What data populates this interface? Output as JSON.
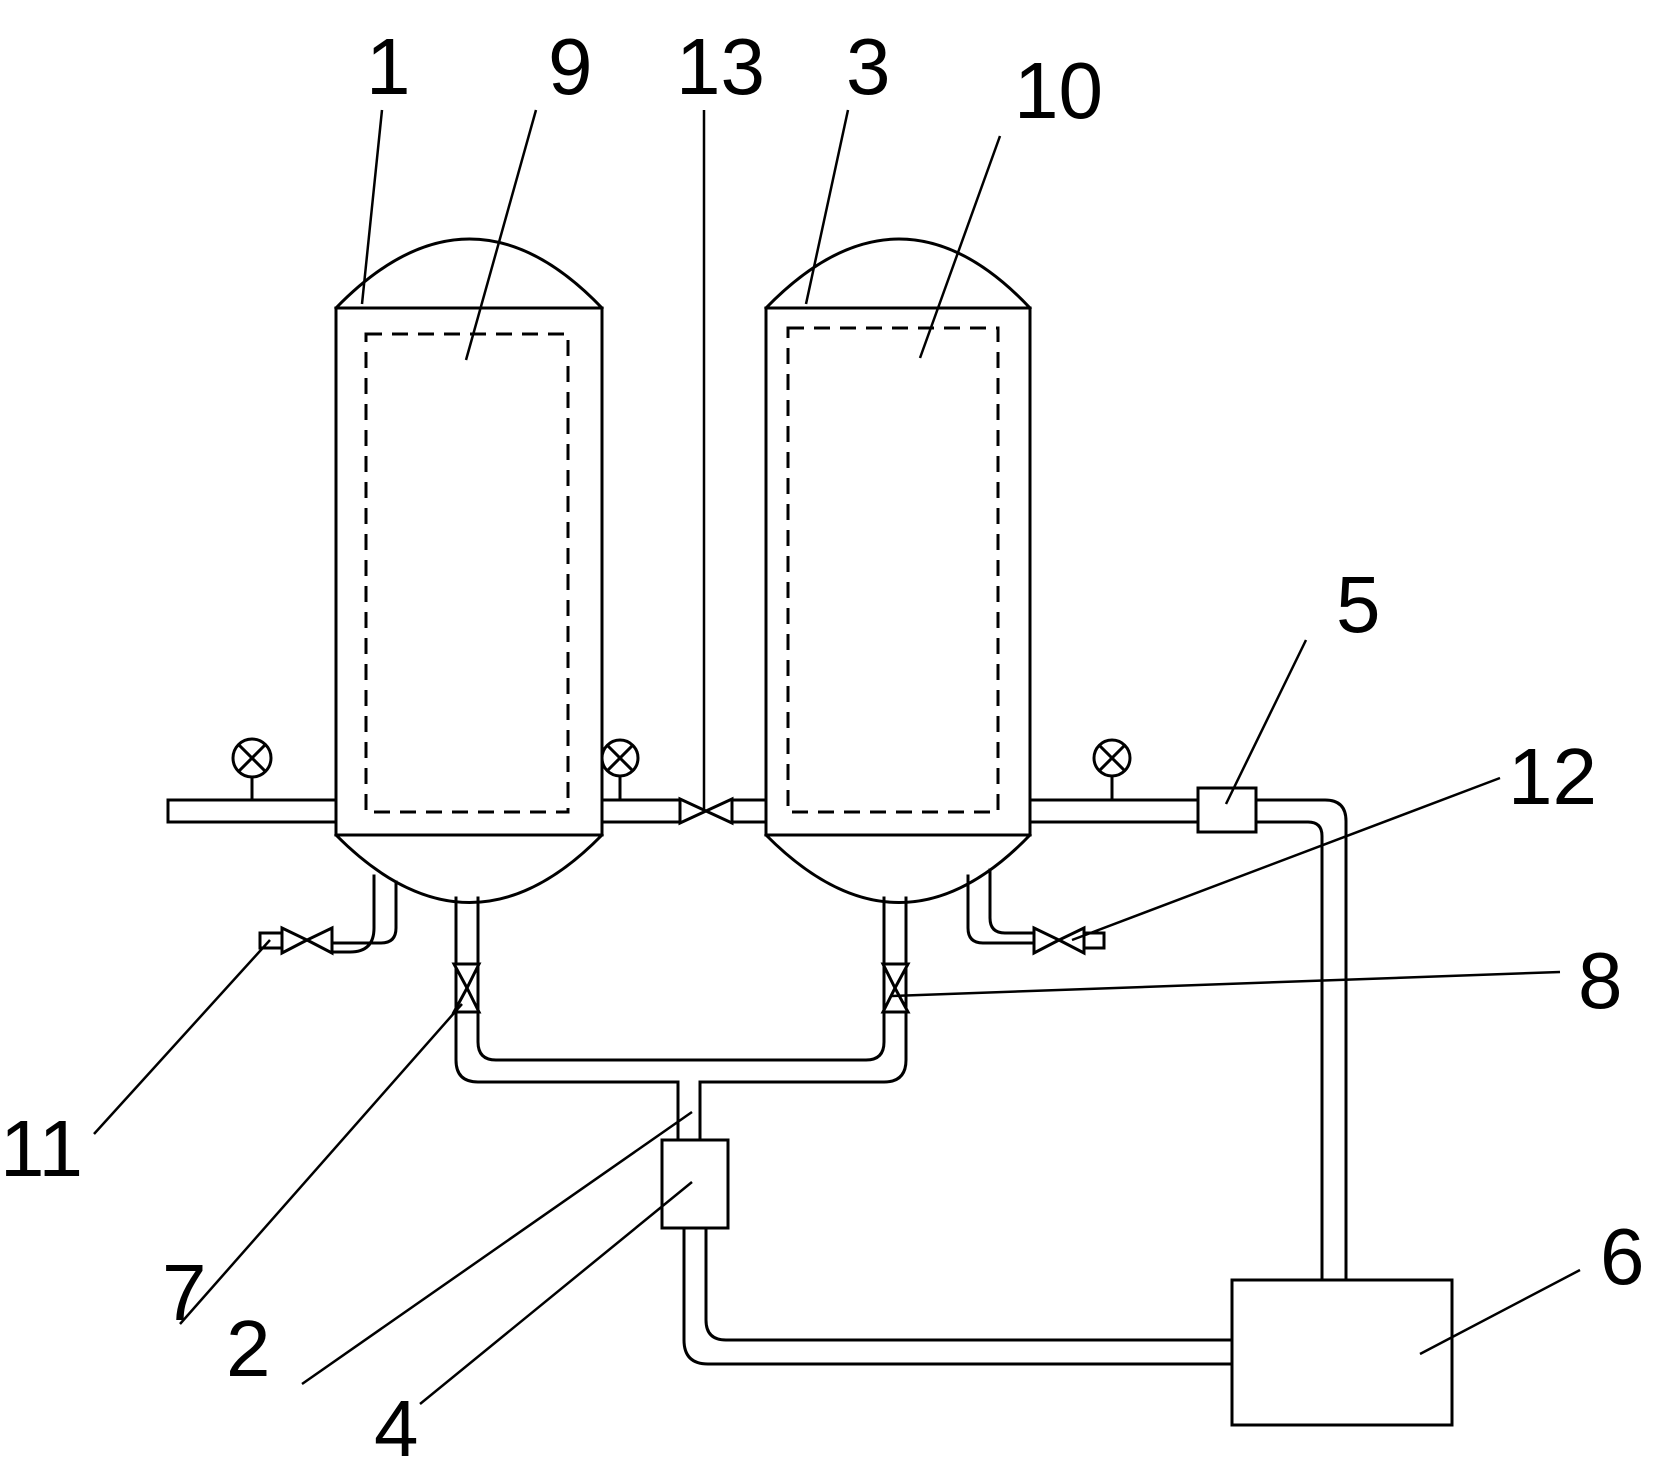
{
  "diagram": {
    "labels": [
      {
        "id": "1",
        "text": "1"
      },
      {
        "id": "9",
        "text": "9"
      },
      {
        "id": "13",
        "text": "13"
      },
      {
        "id": "3",
        "text": "3"
      },
      {
        "id": "10",
        "text": "10"
      },
      {
        "id": "5",
        "text": "5"
      },
      {
        "id": "12",
        "text": "12"
      },
      {
        "id": "8",
        "text": "8"
      },
      {
        "id": "11",
        "text": "11"
      },
      {
        "id": "7",
        "text": "7"
      },
      {
        "id": "2",
        "text": "2"
      },
      {
        "id": "4",
        "text": "4"
      },
      {
        "id": "6",
        "text": "6"
      }
    ]
  }
}
